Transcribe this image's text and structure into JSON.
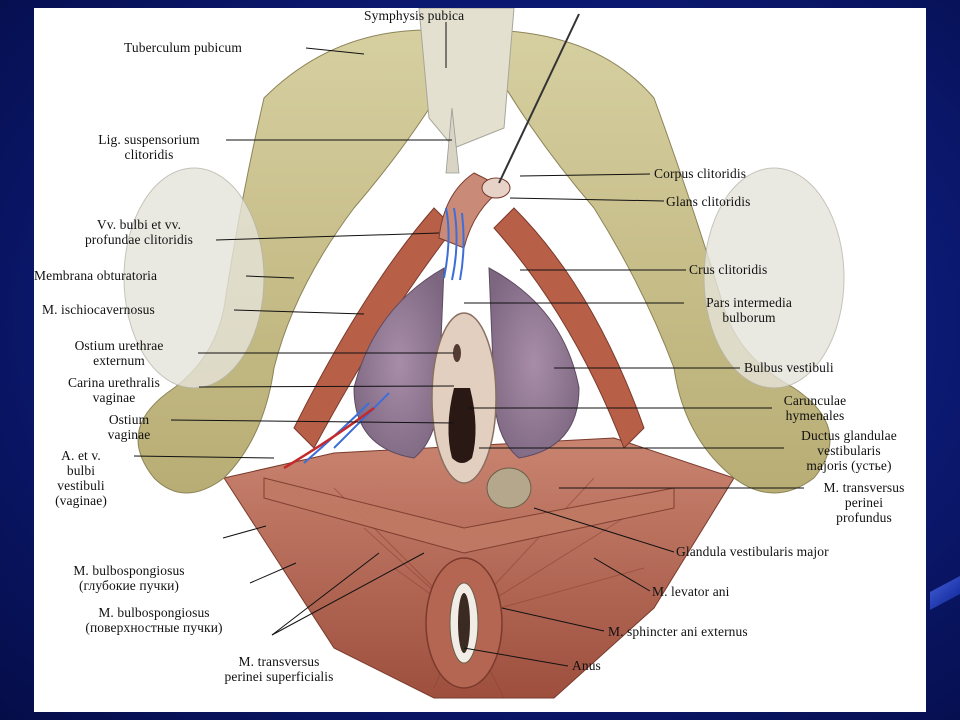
{
  "labels": {
    "symphysis_pubica": "Symphysis pubica",
    "tuberculum_pubicum": "Tuberculum pubicum",
    "lig_suspensorium_1": "Lig. suspensorium",
    "lig_suspensorium_2": "clitoridis",
    "vv_bulbi_1": "Vv. bulbi et vv.",
    "vv_bulbi_2": "profundae clitoridis",
    "membrana_obturatoria": "Membrana obturatoria",
    "m_ischiocavernosus": "M. ischiocavernosus",
    "ostium_urethrae_1": "Ostium urethrae",
    "ostium_urethrae_2": "externum",
    "carina_1": "Carina urethralis",
    "carina_2": "vaginae",
    "ostium_vaginae_1": "Ostium",
    "ostium_vaginae_2": "vaginae",
    "a_et_v_1": "A. et v.",
    "a_et_v_2": "bulbi",
    "a_et_v_3": "vestibuli",
    "a_et_v_4": "(vaginae)",
    "bulbospongiosus_deep_1": "M. bulbospongiosus",
    "bulbospongiosus_deep_2": "(глубокие пучки)",
    "bulbospongiosus_sup_1": "M. bulbospongiosus",
    "bulbospongiosus_sup_2": "(поверхностные пучки)",
    "transversus_sup_1": "M.  transversus",
    "transversus_sup_2": "perinei superficialis",
    "corpus_clitoridis": "Corpus clitoridis",
    "glans_clitoridis": "Glans clitoridis",
    "crus_clitoridis": "Crus clitoridis",
    "pars_intermedia_1": "Pars intermedia",
    "pars_intermedia_2": "bulborum",
    "bulbus_vestibuli": "Bulbus vestibuli",
    "carunculae_1": "Carunculae",
    "carunculae_2": "hymenales",
    "ductus_1": "Ductus glandulae",
    "ductus_2": "vestibularis",
    "ductus_3": "majoris (устье)",
    "transversus_prof_1": "M. transversus",
    "transversus_prof_2": "perinei",
    "transversus_prof_3": "profundus",
    "glandula": "Glandula vestibularis major",
    "levator_ani": "M. levator ani",
    "sphincter": "M. sphincter ani externus",
    "anus": "Anus"
  },
  "colors": {
    "background": "#0d1c7c",
    "bone": "#c9c08a",
    "muscle": "#b86a55",
    "bulb": "#9c7f9a",
    "vein": "#3d6fd8",
    "artery": "#c42a2a"
  }
}
